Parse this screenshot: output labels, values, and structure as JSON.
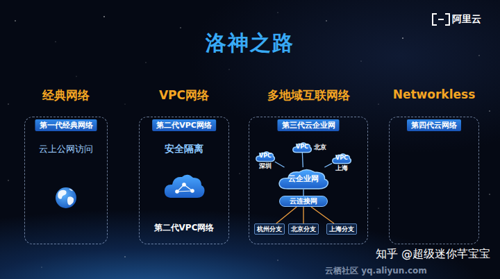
{
  "diagram": {
    "title": "洛神之路",
    "nodes": [
      {
        "text": [
          "经典网络",
          "第一代经典网络",
          "云上公网访问"
        ]
      },
      {
        "text": [
          "VPC网络",
          "第二代VPC网络",
          "安全隔离",
          "第二代VPC网络"
        ]
      },
      {
        "text": [
          "多地域互联网络",
          "第三代云企业网"
        ]
      },
      {
        "text": [
          "VPC",
          "深圳"
        ],
        "in": 2
      },
      {
        "text": [
          "VPC",
          "北京"
        ],
        "in": 2
      },
      {
        "text": [
          "VPC",
          "上海"
        ],
        "in": 2
      },
      {
        "text": [
          "云企业网"
        ],
        "in": 2
      },
      {
        "text": [
          "云连接网"
        ],
        "in": 2
      },
      {
        "text": [
          "杭州分支"
        ],
        "in": 2
      },
      {
        "text": [
          "北京分支"
        ],
        "in": 2
      },
      {
        "text": [
          "上海分支"
        ],
        "in": 2
      },
      {
        "text": [
          "Networkless",
          "第四代云网络"
        ]
      }
    ],
    "edges": [
      {
        "from": 3,
        "to": 6,
        "arrow": "none"
      },
      {
        "from": 4,
        "to": 6,
        "arrow": "none"
      },
      {
        "from": 5,
        "to": 6,
        "arrow": "none"
      },
      {
        "from": 6,
        "to": 7,
        "arrow": "none"
      },
      {
        "from": 8,
        "to": 7,
        "arrow": "none"
      },
      {
        "from": 9,
        "to": 7,
        "arrow": "none"
      },
      {
        "from": 10,
        "to": 7,
        "arrow": "none"
      }
    ],
    "labels": [
      "阿里云",
      "知乎 @超级迷你芊宝宝",
      "云栖社区 yq.aliyun.com"
    ]
  }
}
